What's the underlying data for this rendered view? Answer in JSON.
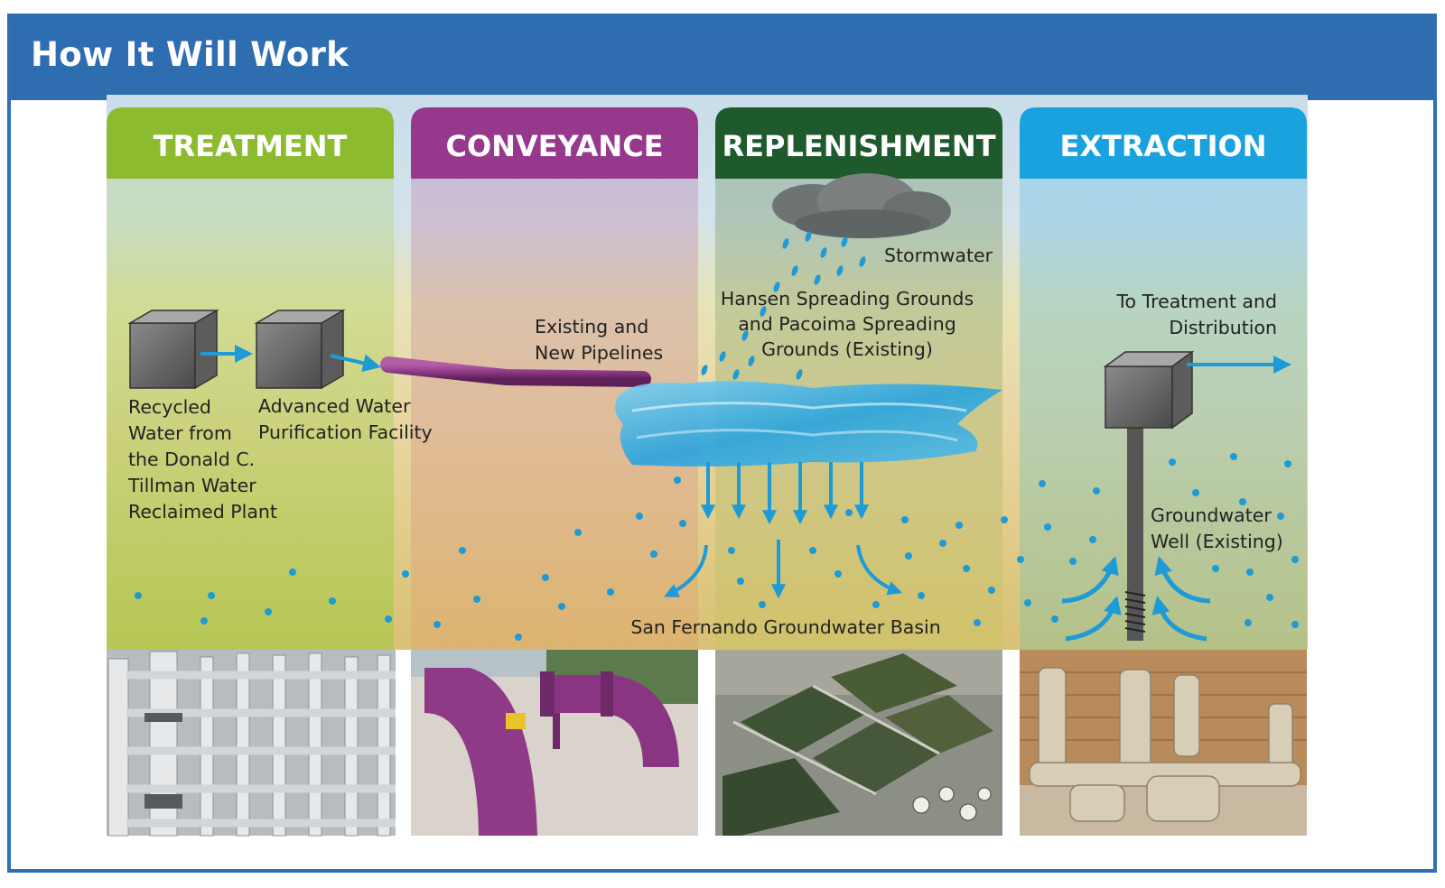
{
  "page_title": "How It Will Work",
  "stages": [
    {
      "label": "TREATMENT",
      "color": "#8cbb2f"
    },
    {
      "label": "CONVEYANCE",
      "color": "#96398c"
    },
    {
      "label": "REPLENISHMENT",
      "color": "#1f5a2c"
    },
    {
      "label": "EXTRACTION",
      "color": "#1aa2df"
    }
  ],
  "labels": {
    "recycled_water": [
      "Recycled",
      "Water from",
      "the Donald C.",
      "Tillman Water",
      "Reclaimed Plant"
    ],
    "awpf": [
      "Advanced Water",
      "Purification Facility"
    ],
    "pipelines": [
      "Existing and",
      "New Pipelines"
    ],
    "stormwater": "Stormwater",
    "spreading_grounds": [
      "Hansen Spreading Grounds",
      "and Pacoima Spreading",
      "Grounds (Existing)"
    ],
    "to_treatment": [
      "To Treatment and",
      "Distribution"
    ],
    "groundwater_well": [
      "Groundwater",
      "Well (Existing)"
    ],
    "basin": "San Fernando Groundwater Basin"
  },
  "colors": {
    "header_blue": "#2f6db1",
    "water_blue": "#1e9ad6",
    "pipe_purple": "#8e3a86",
    "facility_gray": "#6d6d6d"
  }
}
